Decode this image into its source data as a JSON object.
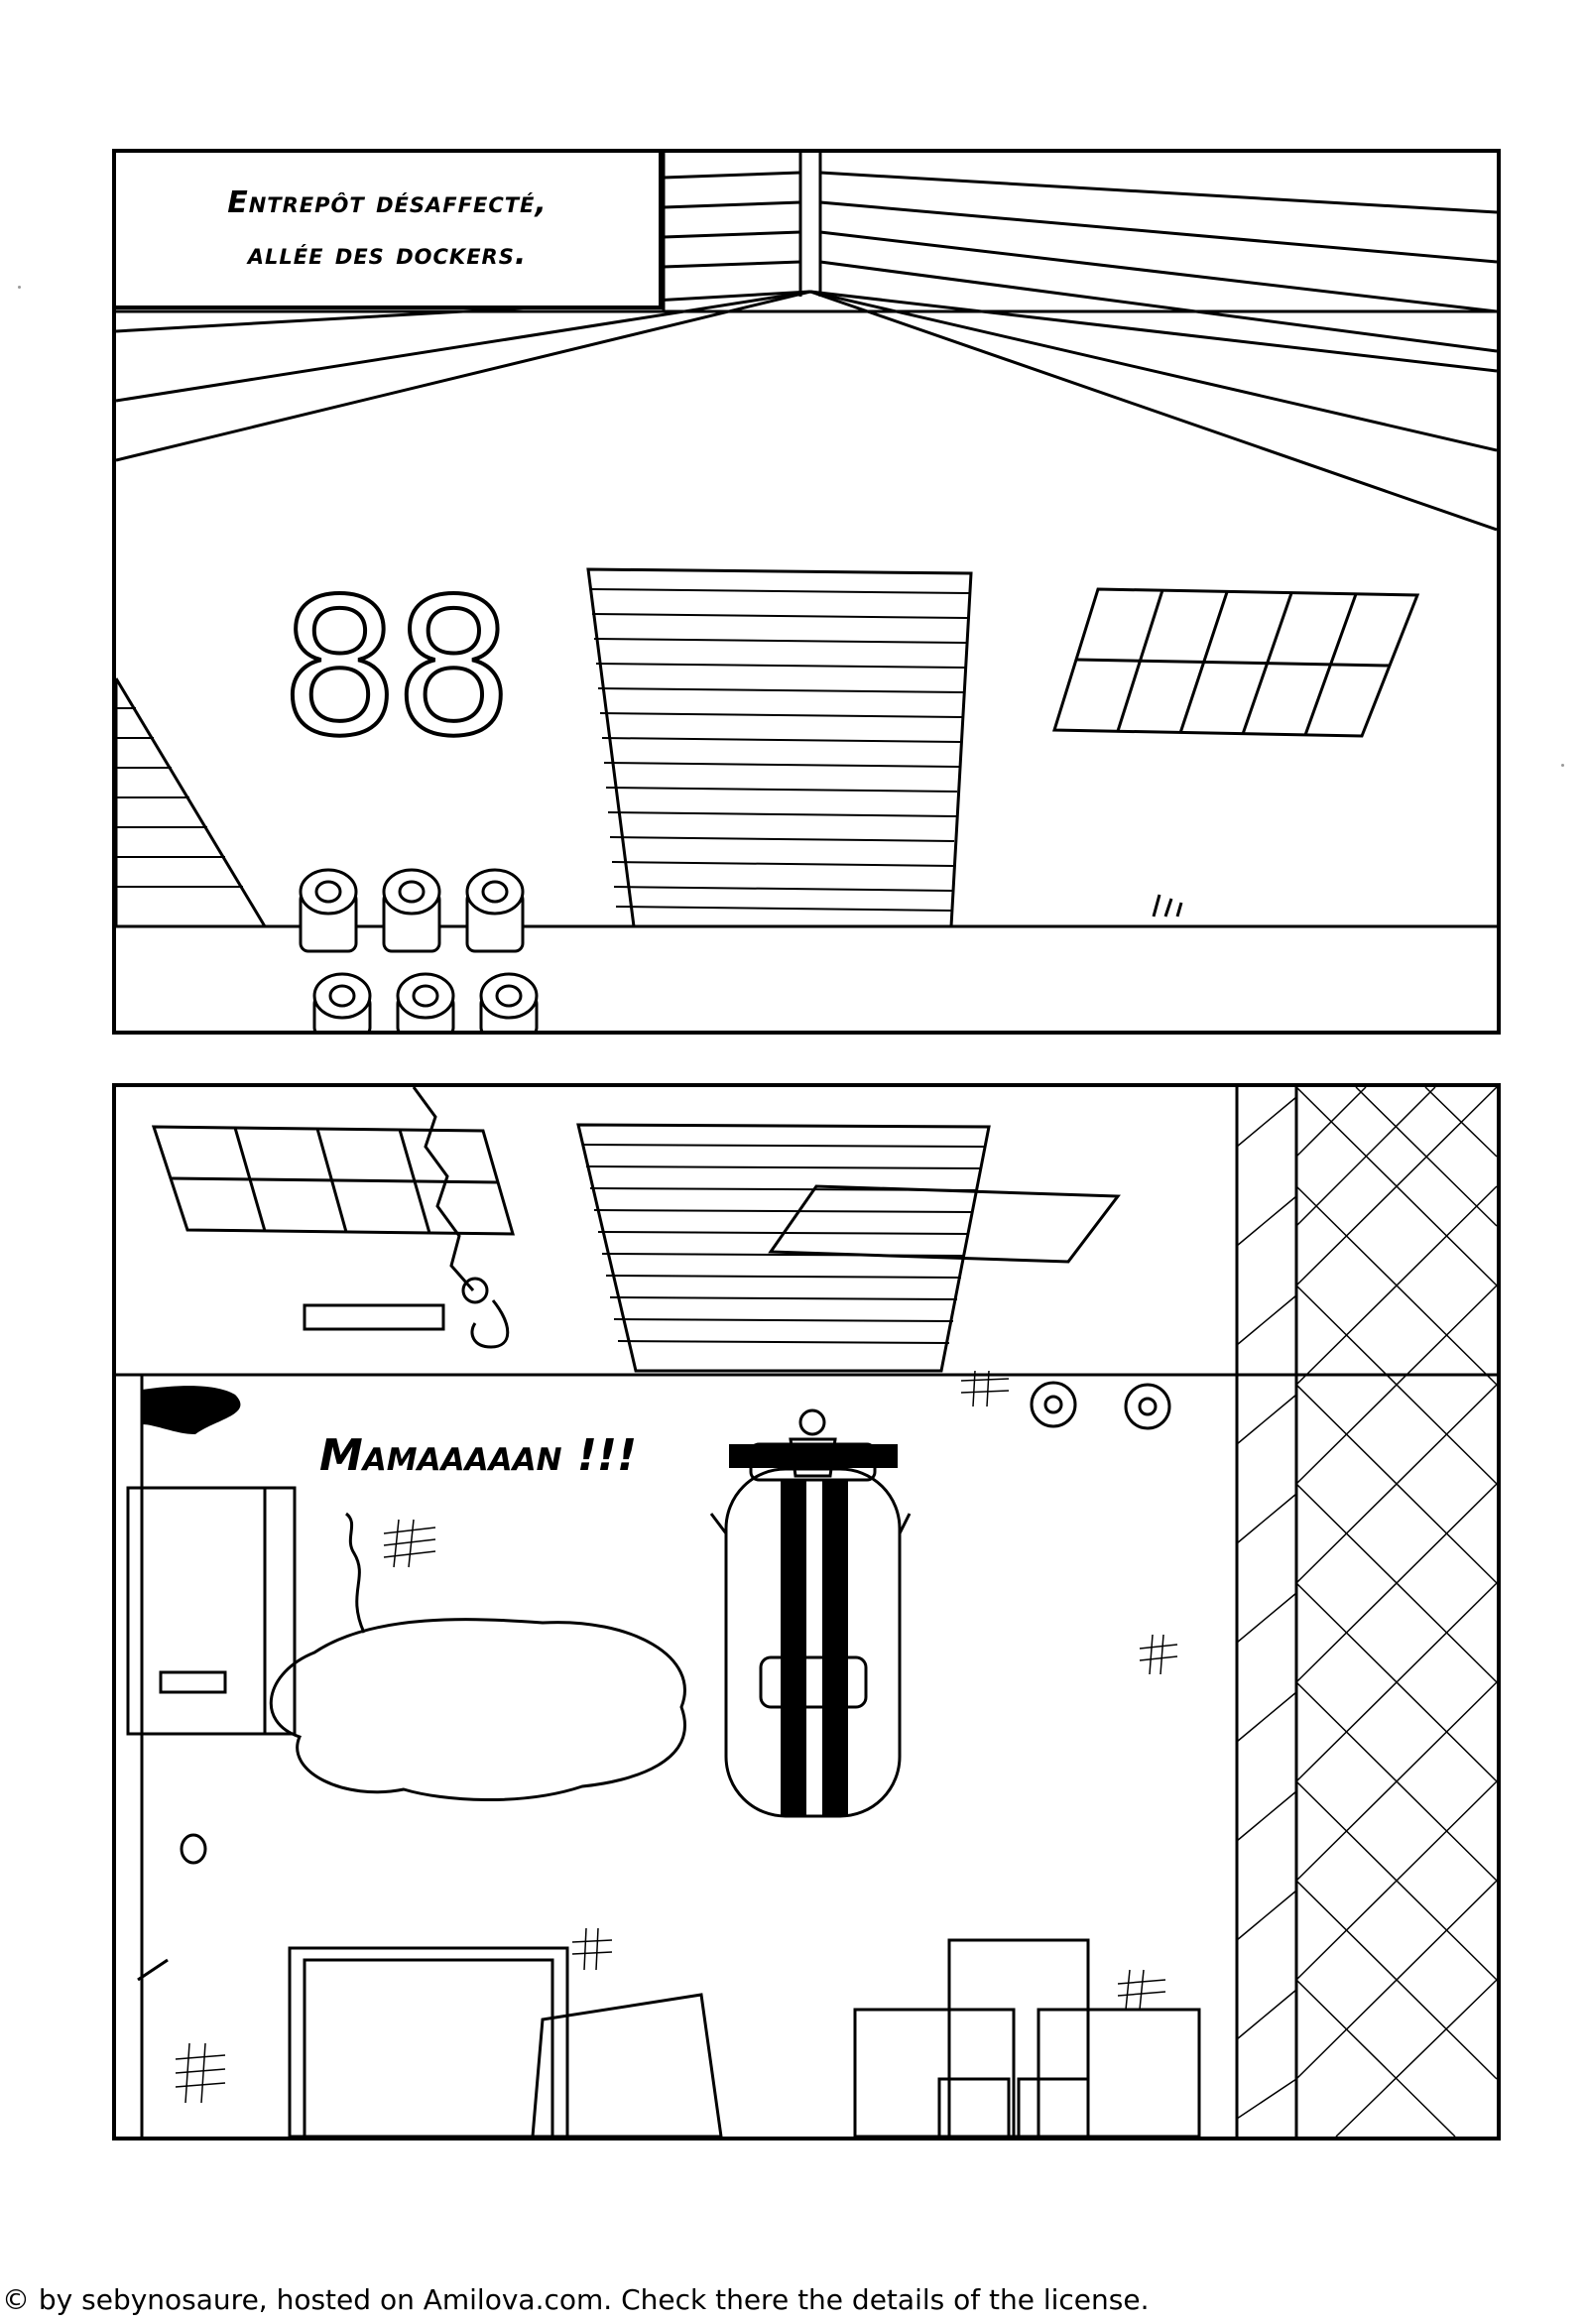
{
  "caption": {
    "text": "Entrepôt désaffecté,\nallée des dockers."
  },
  "sign": {
    "text": "88"
  },
  "balloon": {
    "text": "Mamaaaaan !!!"
  },
  "credit": {
    "text": "© by sebynosaure, hosted on Amilova.com. Check there the details of the license."
  },
  "colors": {
    "ink": "#000000",
    "paper": "#ffffff"
  }
}
